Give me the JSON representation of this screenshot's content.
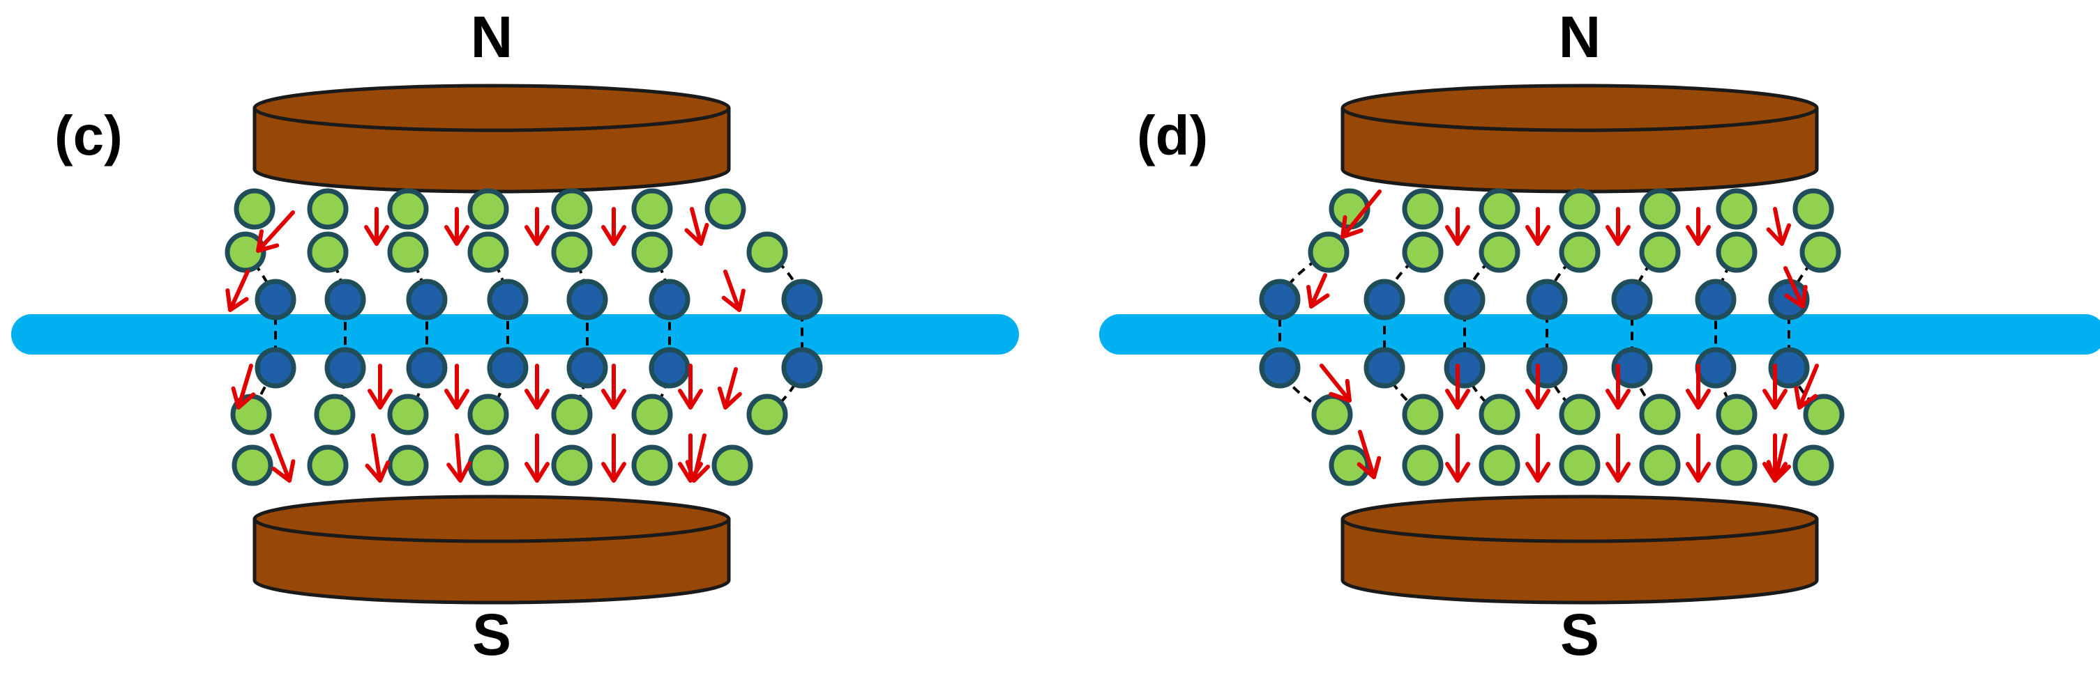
{
  "colors": {
    "background": "#ffffff",
    "magnet_fill": "#974806",
    "magnet_outline": "#1a1a1a",
    "rod": "#00b0f0",
    "particle_green": "#92d050",
    "particle_blue": "#1f5fa8",
    "particle_outline": "#1f4e5a",
    "arrow": "#e00000",
    "chain_line": "#000000",
    "text": "#000000"
  },
  "panels": [
    {
      "id": "c",
      "label": "(c)",
      "north_label": "N",
      "south_label": "S"
    },
    {
      "id": "d",
      "label": "(d)",
      "north_label": "N",
      "south_label": "S"
    }
  ]
}
